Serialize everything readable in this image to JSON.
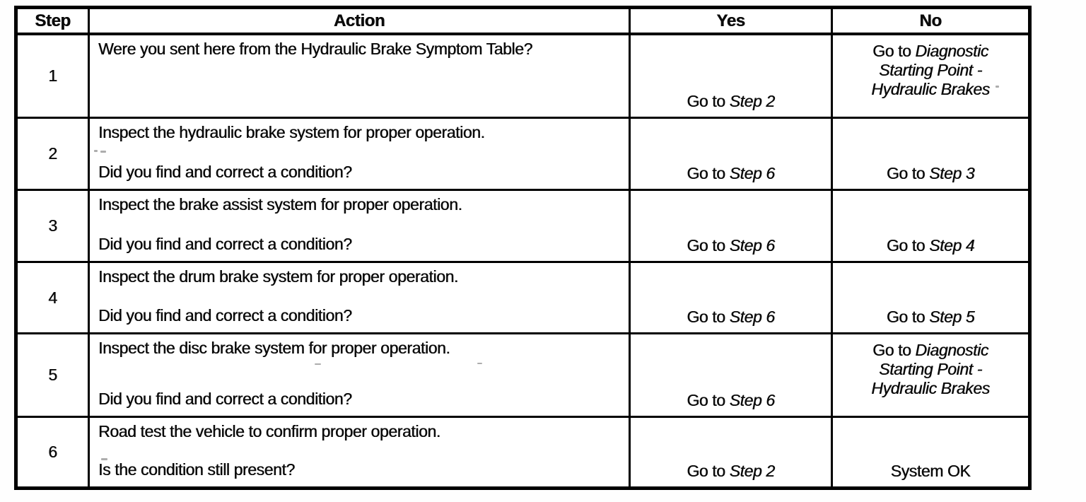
{
  "table": {
    "headers": {
      "step": "Step",
      "action": "Action",
      "yes": "Yes",
      "no": "No"
    },
    "rows": [
      {
        "step": "1",
        "action": {
          "line1": "Were you sent here from the Hydraulic Brake Symptom Table?",
          "line2": ""
        },
        "yes": {
          "prefix": "Go to ",
          "italic": "Step 2"
        },
        "no": {
          "l1_prefix": "Go to ",
          "l1_italic": "Diagnostic",
          "l2_italic": "Starting Point -",
          "l3_italic": "Hydraulic Brakes"
        }
      },
      {
        "step": "2",
        "action": {
          "line1": "Inspect the hydraulic brake system for proper operation.",
          "line2": "Did you find and correct a condition?"
        },
        "yes": {
          "prefix": "Go to ",
          "italic": "Step 6"
        },
        "no": {
          "prefix": "Go to ",
          "italic": "Step 3"
        }
      },
      {
        "step": "3",
        "action": {
          "line1": "Inspect the brake assist system for proper operation.",
          "line2": "Did you find and correct a condition?"
        },
        "yes": {
          "prefix": "Go to ",
          "italic": "Step 6"
        },
        "no": {
          "prefix": "Go to ",
          "italic": "Step 4"
        }
      },
      {
        "step": "4",
        "action": {
          "line1": "Inspect the drum brake system for proper operation.",
          "line2": "Did you find and correct a condition?"
        },
        "yes": {
          "prefix": "Go to ",
          "italic": "Step 6"
        },
        "no": {
          "prefix": "Go to ",
          "italic": "Step 5"
        }
      },
      {
        "step": "5",
        "action": {
          "line1": "Inspect the disc brake system for proper operation.",
          "line2": "Did you find and correct a condition?"
        },
        "yes": {
          "prefix": "Go to ",
          "italic": "Step 6"
        },
        "no": {
          "l1_prefix": "Go to ",
          "l1_italic": "Diagnostic",
          "l2_italic": "Starting Point -",
          "l3_italic": "Hydraulic Brakes"
        }
      },
      {
        "step": "6",
        "action": {
          "line1": "Road test the vehicle to confirm proper operation.",
          "line2": "Is the condition still present?"
        },
        "yes": {
          "prefix": "Go to ",
          "italic": "Step 2"
        },
        "no": {
          "prefix": "System OK",
          "italic": ""
        }
      }
    ]
  },
  "colors": {
    "border": "#000000",
    "text": "#0b0b0b",
    "background": "#ffffff"
  }
}
